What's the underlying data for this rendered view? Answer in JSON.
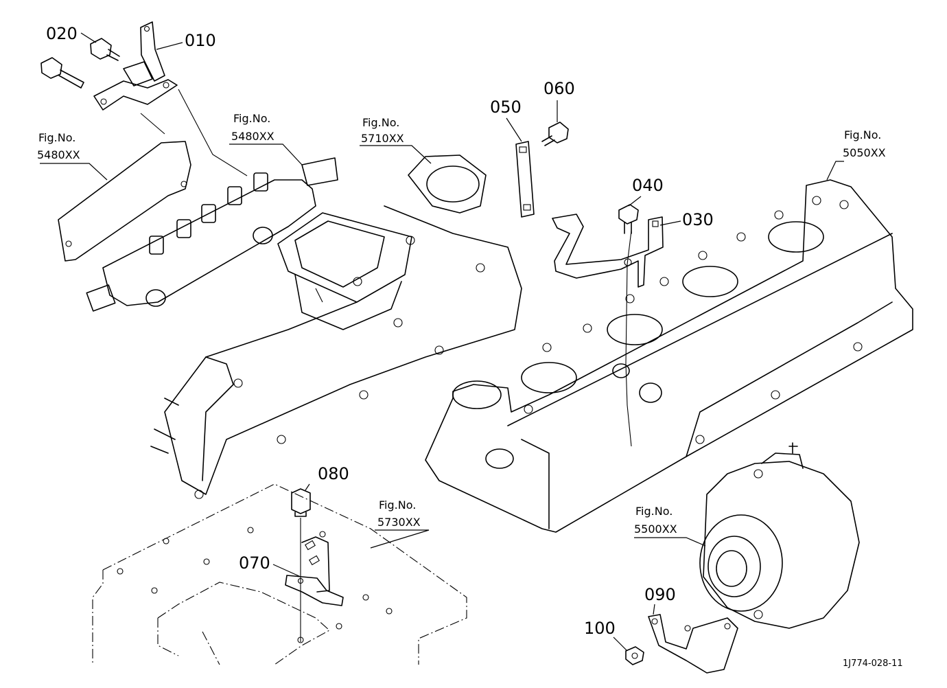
{
  "callouts": {
    "c010": "010",
    "c020": "020",
    "c030": "030",
    "c040": "040",
    "c050": "050",
    "c060": "060",
    "c070": "070",
    "c080": "080",
    "c090": "090",
    "c100": "100"
  },
  "figure_refs": {
    "rail_rear": {
      "label": "Fig.No.",
      "number": "5480XX"
    },
    "rail_front": {
      "label": "Fig.No.",
      "number": "5480XX"
    },
    "intake": {
      "label": "Fig.No.",
      "number": "5710XX"
    },
    "head_cover": {
      "label": "Fig.No.",
      "number": "5050XX"
    },
    "oil_pan": {
      "label": "Fig.No.",
      "number": "5730XX"
    },
    "alternator": {
      "label": "Fig.No.",
      "number": "5500XX"
    }
  },
  "drawing_code": "1J774-028-11"
}
